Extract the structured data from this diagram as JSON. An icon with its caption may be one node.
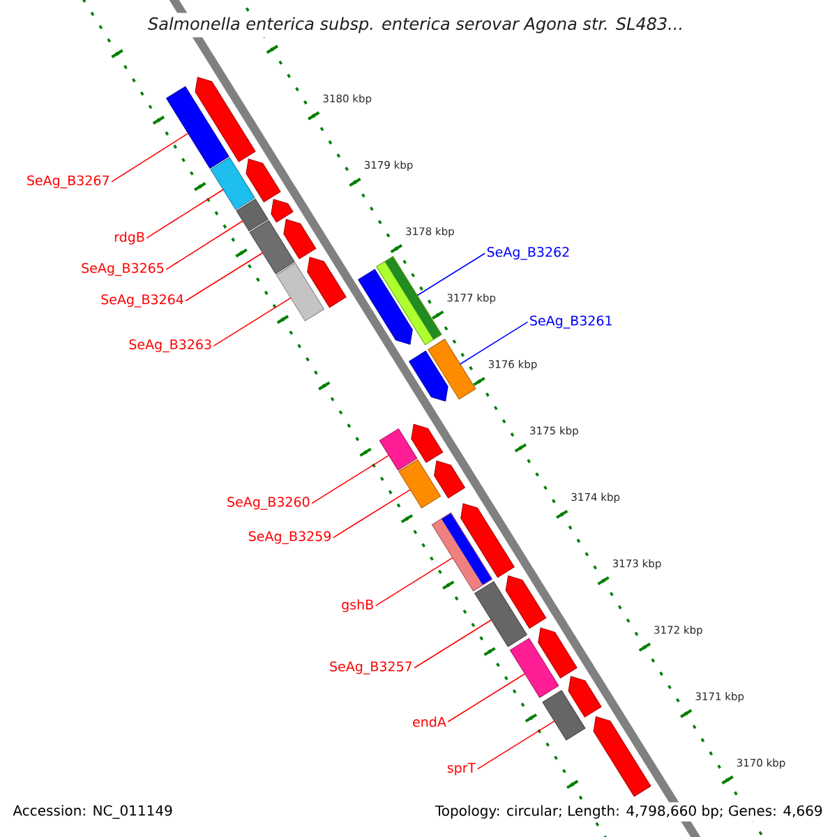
{
  "diagram": {
    "title": "Salmonella enterica subsp. enterica serovar Agona str. SL483...",
    "nodes": [
      {
        "text": [],
        "shape": "box"
      },
      {
        "text": [],
        "shape": "arrow"
      },
      {
        "text": [],
        "shape": "box"
      },
      {
        "text": [],
        "shape": "arrow"
      },
      {
        "text": [],
        "shape": "box"
      },
      {
        "text": [],
        "shape": "arrow"
      },
      {
        "text": [],
        "shape": "box"
      },
      {
        "text": [],
        "shape": "arrow"
      },
      {
        "text": [],
        "shape": "box"
      },
      {
        "text": [],
        "shape": "arrow"
      },
      {
        "text": [],
        "shape": "box"
      },
      {
        "text": [],
        "shape": "arrow"
      },
      {
        "text": [],
        "shape": "box"
      },
      {
        "text": [],
        "shape": "arrow"
      },
      {
        "text": [],
        "shape": "box"
      },
      {
        "text": [],
        "shape": "arrow"
      },
      {
        "text": [],
        "shape": "box"
      },
      {
        "text": [],
        "shape": "arrow"
      },
      {
        "text": [],
        "shape": "box"
      },
      {
        "text": [],
        "shape": "arrow"
      },
      {
        "text": [],
        "shape": "box"
      },
      {
        "text": [],
        "shape": "arrow"
      },
      {
        "text": [],
        "shape": "box"
      },
      {
        "text": [],
        "shape": "arrow"
      },
      {
        "text": [],
        "shape": "box"
      },
      {
        "text": [],
        "shape": "arrow"
      },
      {
        "text": [],
        "shape": "arrow"
      },
      {
        "text": [
          "SeAg_B3267"
        ]
      },
      {
        "text": [
          "rdgB"
        ]
      },
      {
        "text": [
          "SeAg_B3265"
        ]
      },
      {
        "text": [
          "SeAg_B3264"
        ]
      },
      {
        "text": [
          "SeAg_B3263"
        ]
      },
      {
        "text": [
          "SeAg_B3262"
        ]
      },
      {
        "text": [
          "SeAg_B3261"
        ]
      },
      {
        "text": [
          "SeAg_B3260"
        ]
      },
      {
        "text": [
          "SeAg_B3259"
        ]
      },
      {
        "text": [
          "gshB"
        ]
      },
      {
        "text": [
          "SeAg_B3257"
        ]
      },
      {
        "text": [
          "endA"
        ]
      },
      {
        "text": [
          "sprT"
        ]
      }
    ],
    "edges": [
      {
        "from": 27,
        "to": 0,
        "arrow": "none"
      },
      {
        "from": 28,
        "to": 2,
        "arrow": "none"
      },
      {
        "from": 29,
        "to": 4,
        "arrow": "none"
      },
      {
        "from": 30,
        "to": 6,
        "arrow": "none"
      },
      {
        "from": 31,
        "to": 8,
        "arrow": "none"
      },
      {
        "from": 32,
        "to": 10,
        "arrow": "none",
        "color": "#0000ff"
      },
      {
        "from": 33,
        "to": 12,
        "arrow": "none",
        "color": "#0000ff"
      },
      {
        "from": 34,
        "to": 14,
        "arrow": "none"
      },
      {
        "from": 35,
        "to": 16,
        "arrow": "none"
      },
      {
        "from": 36,
        "to": 18,
        "arrow": "none"
      },
      {
        "from": 37,
        "to": 20,
        "arrow": "none"
      },
      {
        "from": 38,
        "to": 22,
        "arrow": "none"
      },
      {
        "from": 39,
        "to": 24,
        "arrow": "none"
      }
    ],
    "labels": [
      "3180 kbp",
      "3179 kbp",
      "3178 kbp",
      "3177 kbp",
      "3176 kbp",
      "3175 kbp",
      "3174 kbp",
      "3173 kbp",
      "3172 kbp",
      "3171 kbp",
      "3170 kbp",
      "Accession: NC_011149",
      "Topology: circular; Length: 4,798,660 bp; Genes: 4,669"
    ]
  }
}
